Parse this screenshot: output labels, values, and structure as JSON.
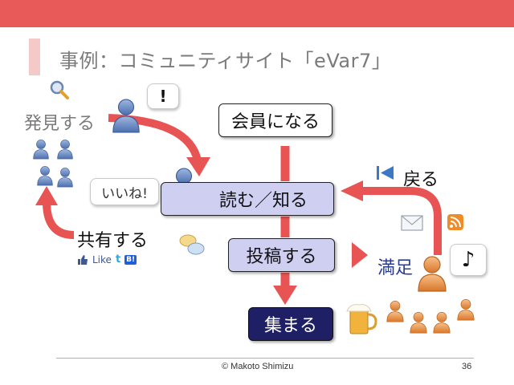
{
  "title": "事例：コミュニティサイト「eVar7」",
  "nodes": {
    "member": "会員になる",
    "read": "読む／知る",
    "post": "投稿する",
    "gather": "集まる"
  },
  "labels": {
    "discover": "発見する",
    "share": "共有する",
    "back": "戻る",
    "satisfy": "満足"
  },
  "bubbles": {
    "exclaim": "!",
    "iine": "いいね!",
    "note": "♪"
  },
  "social": {
    "like": "Like",
    "twitter": "t",
    "hatena": "B!"
  },
  "icons": [
    "search-icon",
    "rewind-icon",
    "mail-icon",
    "rss-icon",
    "chat-icon",
    "beer-icon",
    "thumbs-up-icon"
  ],
  "colors": {
    "topbar": "#e85a5a",
    "arrow": "#e85454",
    "box_light": "#cfcff2",
    "box_dark": "#1f1f66",
    "person_blue": "#5f7fb8",
    "person_orange": "#e6923f"
  },
  "footer": {
    "copyright": "© Makoto Shimizu",
    "page": "36"
  }
}
